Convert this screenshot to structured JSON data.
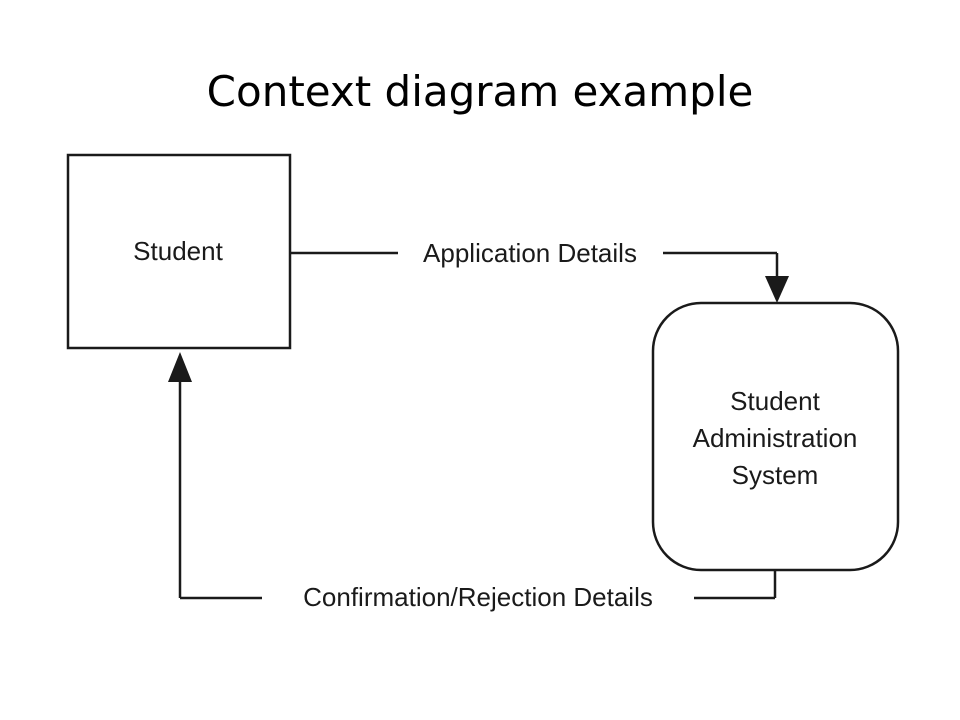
{
  "slide": {
    "title": "Context diagram example"
  },
  "diagram": {
    "external_entity": {
      "label": "Student"
    },
    "process": {
      "label_lines": [
        "Student",
        "Administration",
        "System"
      ]
    },
    "flows": {
      "outgoing_label": "Application Details",
      "incoming_label": "Confirmation/Rejection Details"
    }
  }
}
